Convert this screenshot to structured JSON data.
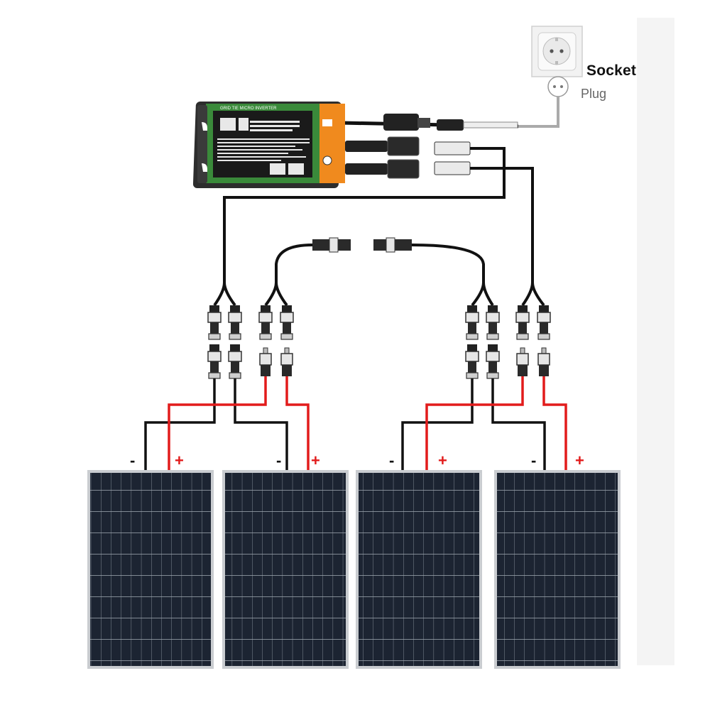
{
  "labels": {
    "socket": "Socket",
    "plug": "Plug",
    "minus": "-",
    "plus": "+"
  },
  "inverter": {
    "title": "GRID TIE MICRO INVERTER"
  },
  "colors": {
    "negative_wire": "#111111",
    "positive_wire": "#e21b1b",
    "inverter_body": "#3a8a3a",
    "inverter_end": "#f08a1e",
    "panel": "#1d2533",
    "panel_frame": "#c9ccd0"
  },
  "panels": [
    {
      "id": "panel-1"
    },
    {
      "id": "panel-2"
    },
    {
      "id": "panel-3"
    },
    {
      "id": "panel-4"
    }
  ]
}
